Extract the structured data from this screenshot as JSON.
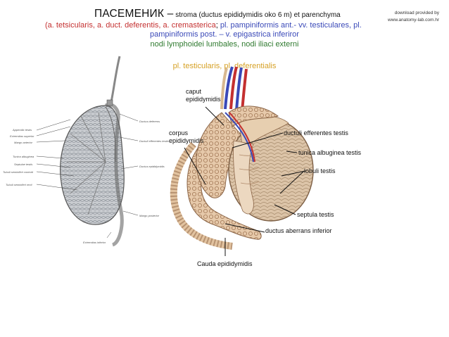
{
  "title": {
    "main": "ПАСЕМЕНИК –",
    "sub": " stroma (ductus epididymidis oko 6 m) et parenchyma"
  },
  "credit": {
    "line1": "download provided by",
    "line2": "www.anatomy-lab.com.hr"
  },
  "vessels": {
    "open_paren": "(",
    "arteries": "a. tetsicularis, a. duct. deferentis, a. cremasterica",
    "semicolon": ";",
    "veins_ant": " pl. pampiniformis ant.- vv. testiculares, pl.",
    "veins_post": "pampiniformis post. – v. epigastrica inferiror",
    "lymph": "nodi lymphoidei lumbales, nodi iliaci externi",
    "nerves": "pl. testicularis, pl. deferentialis"
  },
  "labels": {
    "caput_1": "caput",
    "caput_2": "epididymidis",
    "corpus_1": "corpus",
    "corpus_2": "epididymidis",
    "ductuli": "ductuli efferentes testis",
    "tunica": "tunica albuginea testis",
    "lobuli": "lobuli testis",
    "septula": "septula testis",
    "aberrans": "ductus aberrans inferior",
    "cauda": "Cauda epididymidis"
  },
  "left_figure_labels": [
    "Appendix testis",
    "Extremitas superior",
    "Margo anterior",
    "Tunica albuginea",
    "Septulae testis",
    "Tubuli seminiferi contorti",
    "Tubuli seminiferi recti",
    "Ductus deferens",
    "Ductuli efferentes testis",
    "Ductus epididymidis",
    "Margo posterior",
    "Extremitas inferior"
  ],
  "colors": {
    "arteries": "#c43030",
    "veins": "#3a49b8",
    "lymph": "#2f7a2f",
    "nerves": "#d6a126"
  }
}
